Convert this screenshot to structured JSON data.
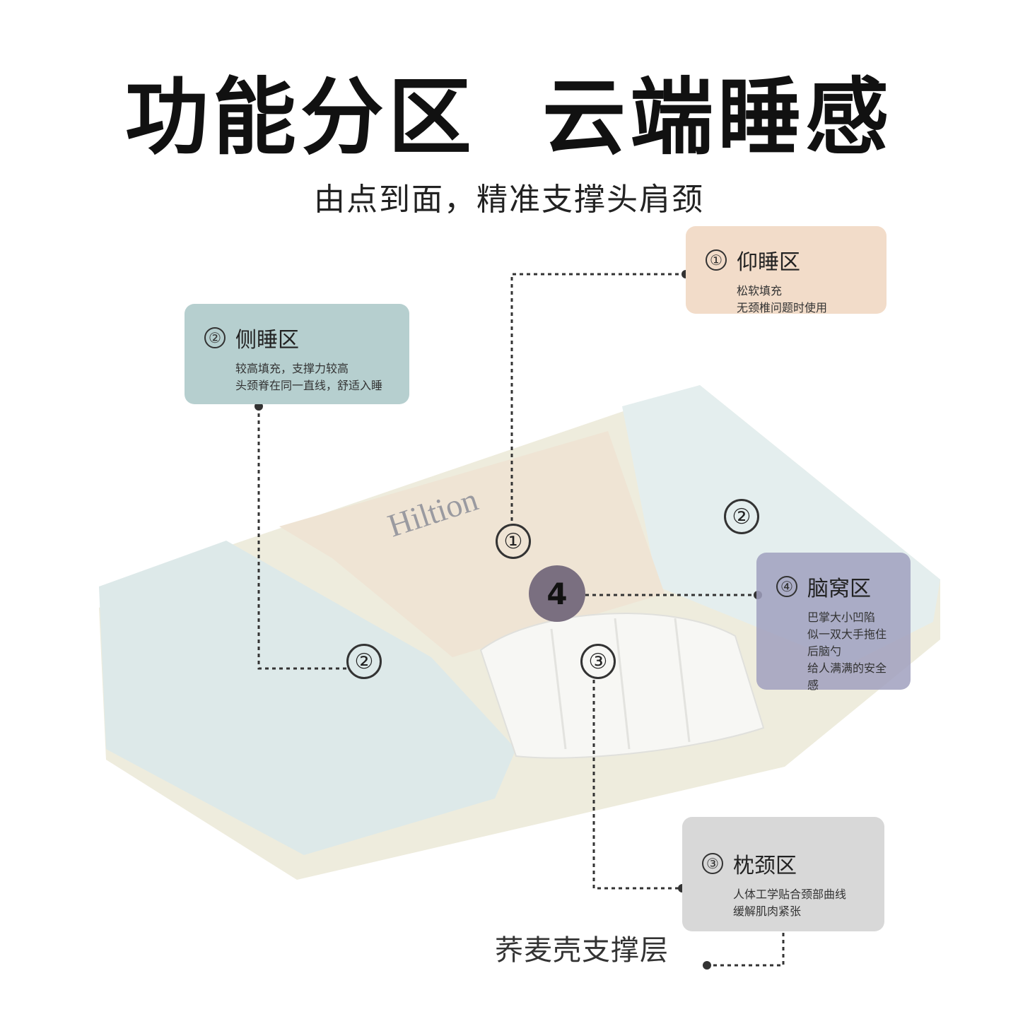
{
  "title": "功能分区  云端睡感",
  "subtitle": "由点到面，精准支撑头肩颈",
  "zones": {
    "supine": {
      "num": "①",
      "label": "仰睡区",
      "desc": [
        "松软填充",
        "无颈椎问题时使用"
      ]
    },
    "side": {
      "num": "②",
      "label": "侧睡区",
      "desc": [
        "较高填充，支撑力较高",
        "头颈脊在同一直线，舒适入睡"
      ]
    },
    "occipital": {
      "num": "④",
      "label": "脑窝区",
      "desc": [
        "巴掌大小凹陷",
        "似一双大手拖住",
        "后脑勺",
        "给人满满的安全感"
      ]
    },
    "neck": {
      "num": "③",
      "label": "枕颈区",
      "desc": [
        "人体工学贴合颈部曲线",
        "缓解肌肉紧张"
      ]
    }
  },
  "markers": {
    "m1": "①",
    "m2": "②",
    "m3": "③",
    "m4": "4"
  },
  "bottom_label": "荞麦壳支撑层",
  "colors": {
    "supine_card": "#f2dcc9",
    "side_card": "#b6cfcf",
    "occipital_card": "#a0a0be",
    "neck_card": "#d8d8d8",
    "pillow_blue": "#dfeaea",
    "pillow_peach": "#efe3d5",
    "pillow_cream": "#efeddf"
  },
  "icons": [
    "pillow-illustration-icon"
  ]
}
